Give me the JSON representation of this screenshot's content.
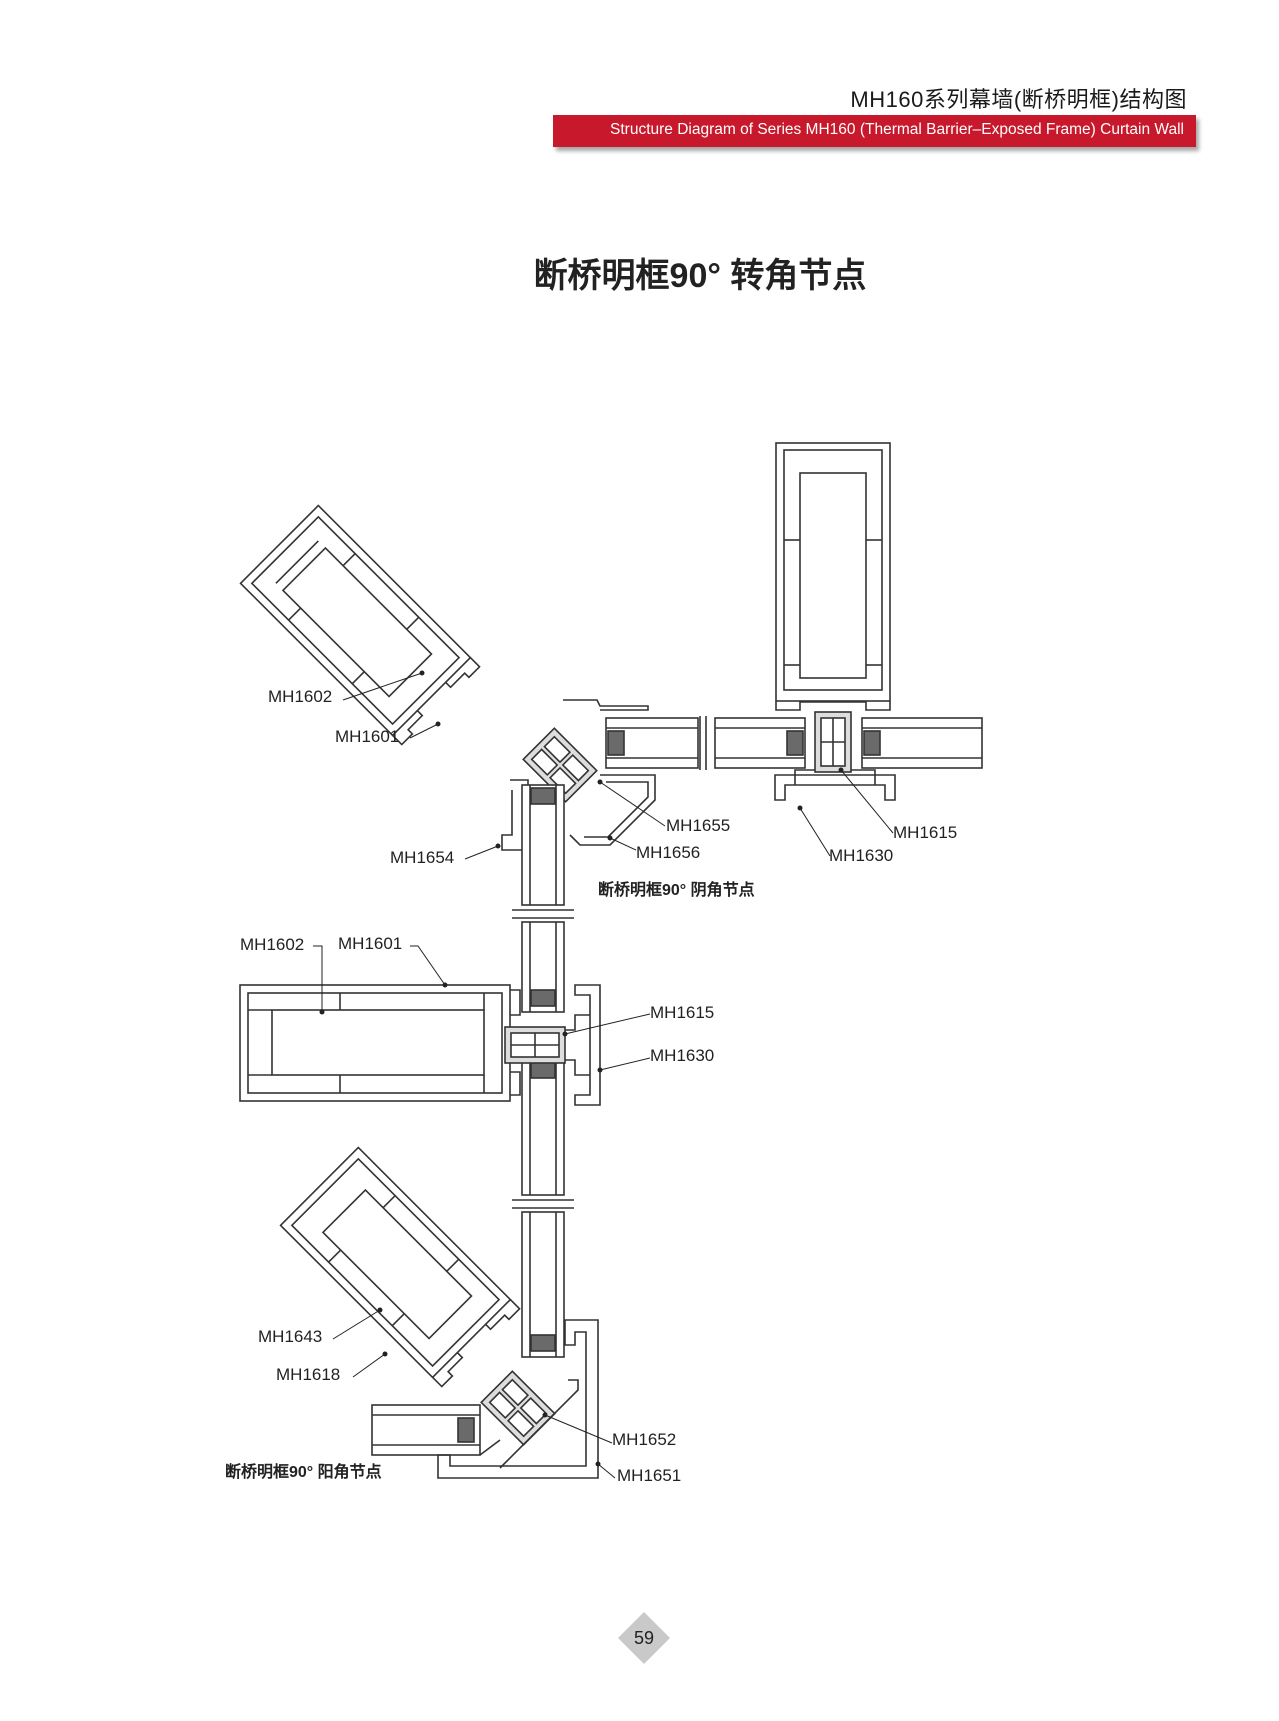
{
  "header": {
    "title": "MH160系列幕墙(断桥明框)结构图",
    "subtitle": "Structure Diagram of Series MH160 (Thermal Barrier–Exposed Frame) Curtain Wall",
    "accent_color": "#c8182b"
  },
  "main_title": "断桥明框90°  转角节点",
  "captions": {
    "inner_corner": "断桥明框90°  阴角节点",
    "outer_corner": "断桥明框90°  阳角节点"
  },
  "labels": {
    "top_left_1602": "MH1602",
    "top_left_1601": "MH1601",
    "top_1654": "MH1654",
    "top_1655": "MH1655",
    "top_1656": "MH1656",
    "right_1615": "MH1615",
    "right_1630": "MH1630",
    "mid_1602": "MH1602",
    "mid_1601": "MH1601",
    "mid_1615": "MH1615",
    "mid_1630": "MH1630",
    "bot_1643": "MH1643",
    "bot_1618": "MH1618",
    "bot_1652": "MH1652",
    "bot_1651": "MH1651"
  },
  "page_number": "59"
}
